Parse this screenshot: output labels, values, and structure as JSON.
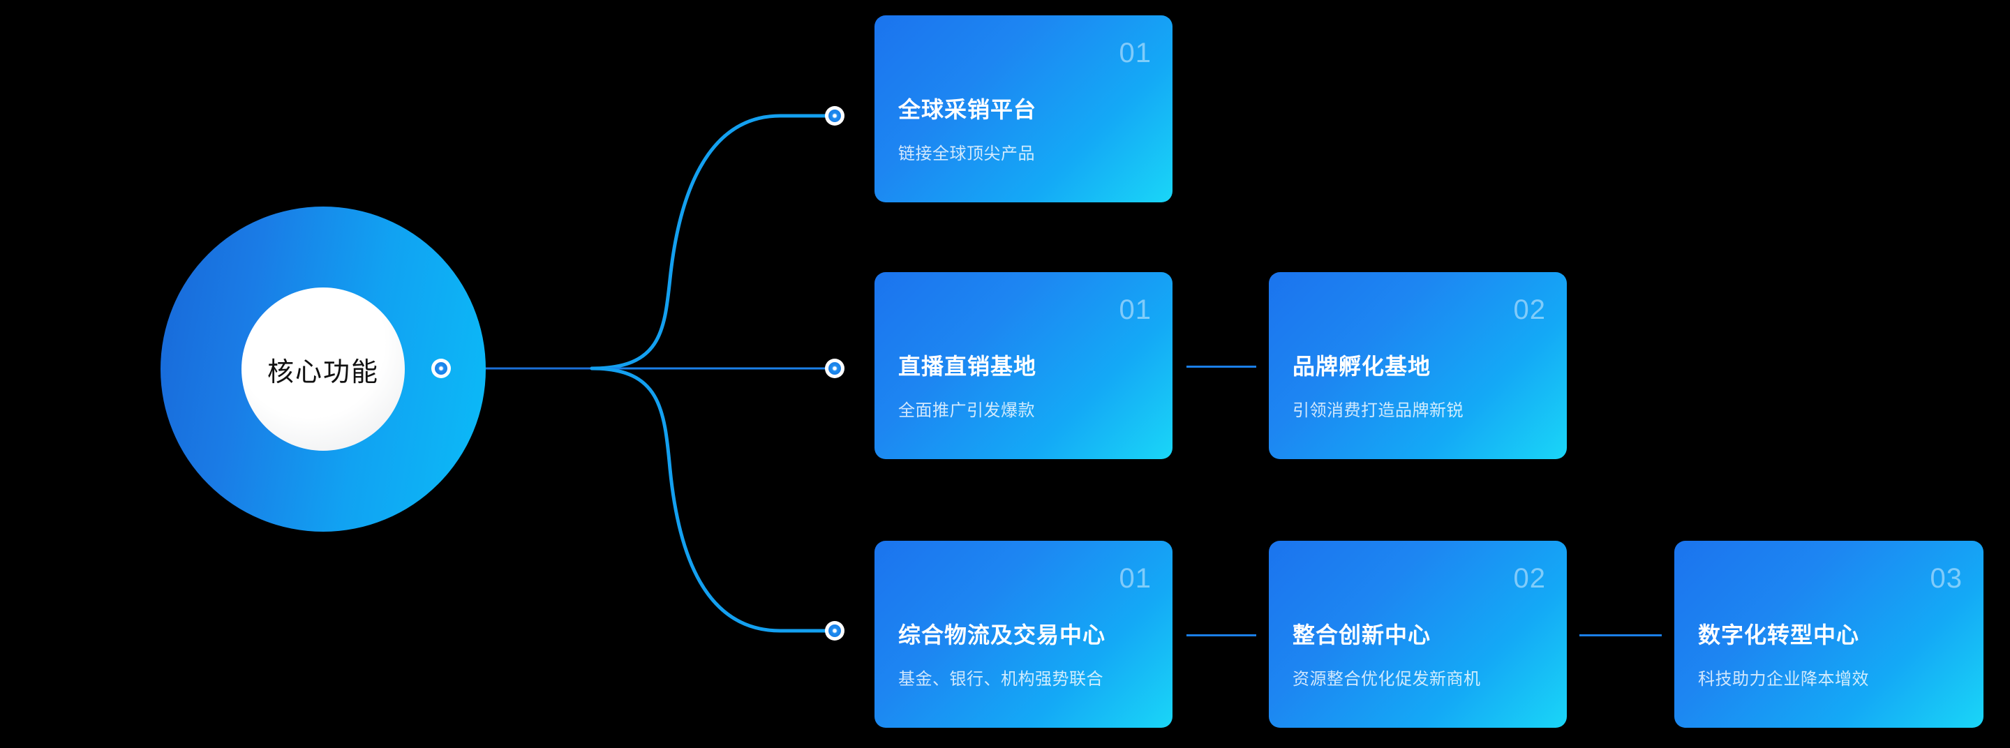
{
  "diagram": {
    "background_color": "#000000",
    "accent_color": "#1b7fe8",
    "card_gradient_from": "#1b74ee",
    "card_gradient_to": "#1ad6f7"
  },
  "hub": {
    "label": "核心功能"
  },
  "branches": [
    {
      "id": "branch-1",
      "cards": [
        {
          "number": "01",
          "title": "全球采销平台",
          "subtitle": "链接全球顶尖产品"
        }
      ]
    },
    {
      "id": "branch-2",
      "cards": [
        {
          "number": "01",
          "title": "直播直销基地",
          "subtitle": "全面推广引发爆款"
        },
        {
          "number": "02",
          "title": "品牌孵化基地",
          "subtitle": "引领消费打造品牌新锐"
        }
      ]
    },
    {
      "id": "branch-3",
      "cards": [
        {
          "number": "01",
          "title": "综合物流及交易中心",
          "subtitle": "基金、银行、机构强势联合"
        },
        {
          "number": "02",
          "title": "整合创新中心",
          "subtitle": "资源整合优化促发新商机"
        },
        {
          "number": "03",
          "title": "数字化转型中心",
          "subtitle": "科技助力企业降本增效"
        }
      ]
    }
  ]
}
